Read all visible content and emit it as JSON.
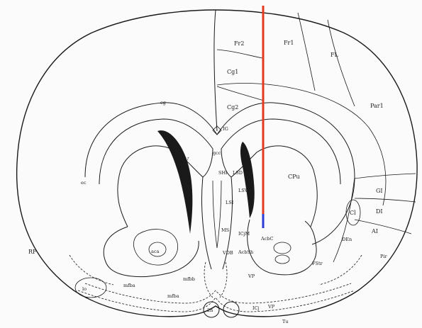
{
  "colors": {
    "background": "#fbfbfb",
    "ink": "#1a1a1a",
    "probe_track": "#e53a1f",
    "probe_tip": "#2b3bd6"
  },
  "labels": {
    "fr2": "Fr2",
    "fr1": "Fr1",
    "fl": "FL",
    "cg1": "Cg1",
    "cg2": "Cg2",
    "par1": "Par1",
    "cg": "cg",
    "ig": "IG",
    "gcc": "gcc",
    "lv": "LV",
    "shi": "SHi",
    "lsd": "LSD",
    "lsv": "LSV",
    "lsi": "LSI",
    "cpu": "CPu",
    "gi": "GI",
    "di": "DI",
    "ai": "AI",
    "cl": "Cl",
    "den": "DEn",
    "pir": "Pir",
    "fstr": "FStr",
    "acbc": "AcbC",
    "acbsh": "AcbSh",
    "icjm": "ICjM",
    "ms": "MS",
    "vdb": "VDB",
    "vp_left": "VP",
    "vp_right": "VP",
    "icj": "ICj",
    "tu": "Tu",
    "aca": "aca",
    "ec": "ec",
    "rf": "RF",
    "lo": "lo",
    "mfba_left": "mfba",
    "mfba_mid": "mfba",
    "mfbb": "mfbb",
    "two_n": "2n"
  }
}
